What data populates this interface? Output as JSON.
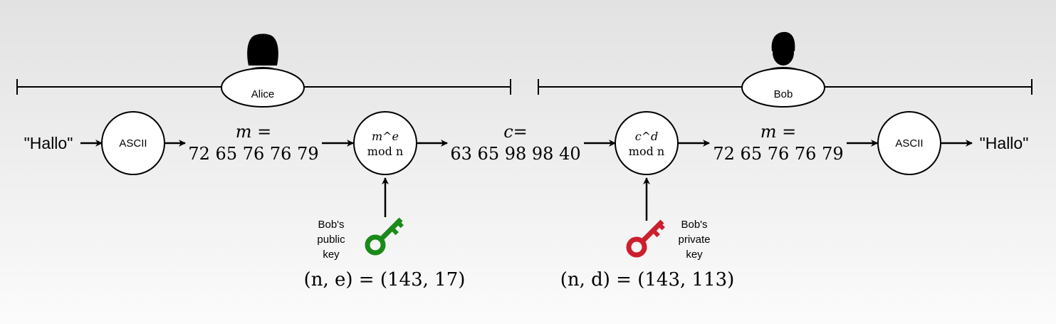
{
  "alice": {
    "name": "Alice",
    "input_text": "\"Hallo\"",
    "ascii_label": "ASCII",
    "m_label": "m =",
    "m_value": "72 65 76 76 79",
    "encrypt_formula_line1": "m^e",
    "encrypt_formula_line2": "mod n",
    "key_caption_line1": "Bob's",
    "key_caption_line2": "public",
    "key_caption_line3": "key",
    "key_value": "(n, e) = (143, 17)"
  },
  "cipher": {
    "label": "c=",
    "value": "63 65 98 98 40"
  },
  "bob": {
    "name": "Bob",
    "decrypt_formula_line1": "c^d",
    "decrypt_formula_line2": "mod n",
    "m_label": "m =",
    "m_value": "72 65 76 76 79",
    "ascii_label": "ASCII",
    "output_text": "\"Hallo\"",
    "key_caption_line1": "Bob's",
    "key_caption_line2": "private",
    "key_caption_line3": "key",
    "key_value": "(n, d) = (143, 113)"
  },
  "colors": {
    "public_key": "#1a8a1a",
    "private_key": "#cc1f2e",
    "stroke": "#000000",
    "node_fill": "#ffffff"
  },
  "icons": {
    "alice_avatar": "female-user-icon",
    "bob_avatar": "male-user-icon",
    "public_key": "key-icon",
    "private_key": "key-icon"
  }
}
